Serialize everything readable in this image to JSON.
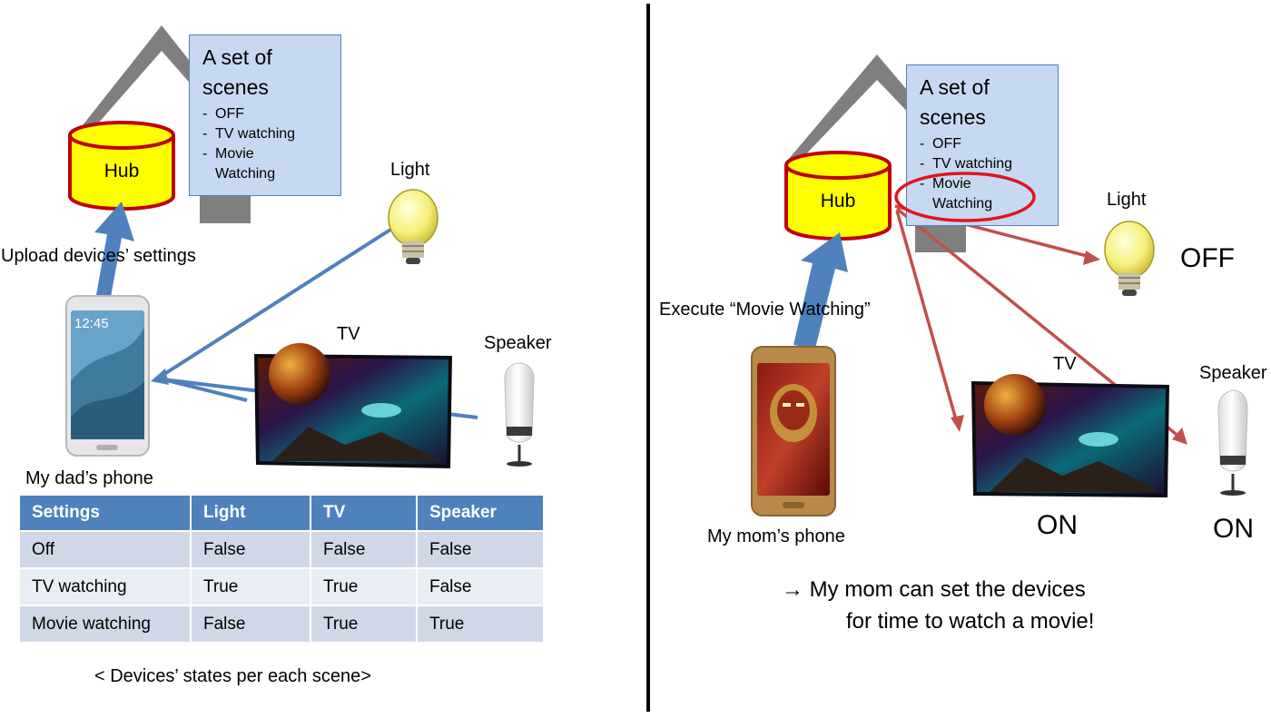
{
  "left_panel": {
    "scenes_box": {
      "title": "A set of scenes",
      "items": [
        "OFF",
        "TV watching",
        "Movie Watching"
      ]
    },
    "hub_label": "Hub",
    "upload_label": "Upload devices’ settings",
    "light_label": "Light",
    "tv_label": "TV",
    "speaker_label": "Speaker",
    "phone_label": "My dad’s phone",
    "phone_time": "12:45",
    "table": {
      "headers": [
        "Settings",
        "Light",
        "TV",
        "Speaker"
      ],
      "rows": [
        [
          "Off",
          "False",
          "False",
          "False"
        ],
        [
          "TV watching",
          "True",
          "True",
          "False"
        ],
        [
          "Movie watching",
          "False",
          "True",
          "True"
        ]
      ]
    },
    "table_caption": "< Devices’ states per each scene>"
  },
  "right_panel": {
    "scenes_box": {
      "title": "A set of scenes",
      "items": [
        "OFF",
        "TV watching",
        "Movie Watching"
      ]
    },
    "hub_label": "Hub",
    "execute_label": "Execute “Movie Watching”",
    "light_label": "Light",
    "tv_label": "TV",
    "speaker_label": "Speaker",
    "light_state": "OFF",
    "tv_state": "ON",
    "speaker_state": "ON",
    "phone_label": "My mom’s phone",
    "conclusion_line1": "→ My mom can set the devices",
    "conclusion_line2": "for time to watch a movie!"
  },
  "colors": {
    "hub_fill": "#ffff00",
    "hub_stroke": "#c00000",
    "arrow_blue": "#4f81bd",
    "arrow_red": "#c0504d",
    "house_gray": "#7f7f7f",
    "table_header": "#4f81bd",
    "table_row": "#d0d8e8"
  },
  "icons": [
    "house-icon",
    "database-icon",
    "lightbulb-icon",
    "tv-icon",
    "speaker-icon",
    "smartphone-icon"
  ]
}
